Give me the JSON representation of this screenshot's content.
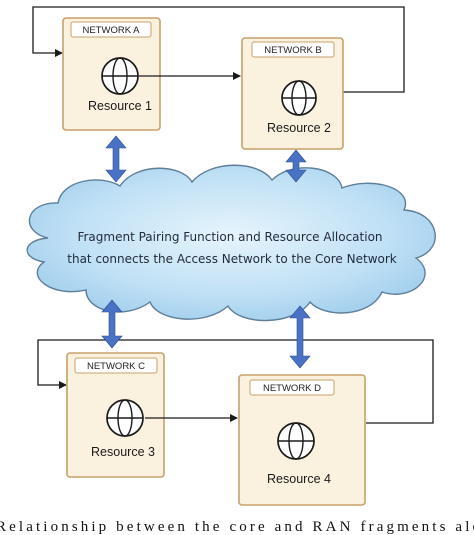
{
  "networks": {
    "a": {
      "tag": "NETWORK A",
      "resource": "Resource 1"
    },
    "b": {
      "tag": "NETWORK B",
      "resource": "Resource 2"
    },
    "c": {
      "tag": "NETWORK C",
      "resource": "Resource 3"
    },
    "d": {
      "tag": "NETWORK D",
      "resource": "Resource 4"
    }
  },
  "cloud": {
    "line1": "Fragment Pairing Function and Resource Allocation",
    "line2": "that connects the Access Network to the Core Network"
  },
  "caption": "Relationship between the core and RAN fragments alo",
  "colors": {
    "cloud_fill": "#bfe0f5",
    "connector_arrow": "#4a72c4",
    "network_box": "#fbf1df"
  }
}
